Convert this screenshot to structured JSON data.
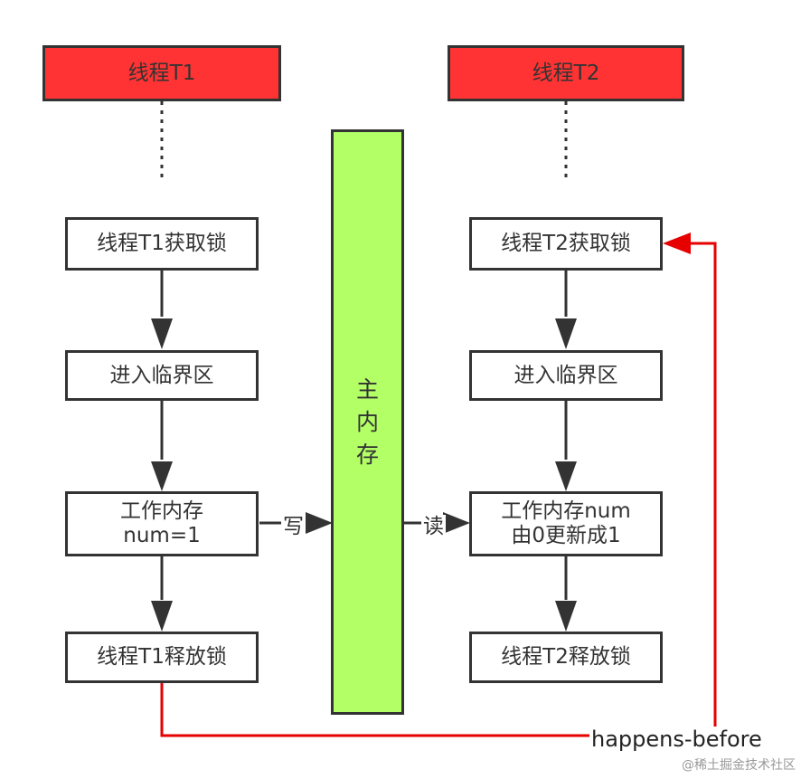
{
  "thread1": {
    "header": "线程T1",
    "steps": [
      "线程T1获取锁",
      "进入临界区",
      "工作内存\nnum=1",
      "线程T1释放锁"
    ]
  },
  "thread2": {
    "header": "线程T2",
    "steps": [
      "线程T2获取锁",
      "进入临界区",
      "工作内存num\n由0更新成1",
      "线程T2释放锁"
    ]
  },
  "main_memory": [
    "主",
    "内",
    "存"
  ],
  "edges": {
    "write_label": "写",
    "read_label": "读",
    "happens_before_label": "happens-before"
  },
  "watermark": "@稀土掘金技术社区",
  "colors": {
    "header_fill": "#ff3333",
    "memory_fill": "#b3ff66",
    "stroke": "#333333",
    "relation": "#e60000"
  }
}
